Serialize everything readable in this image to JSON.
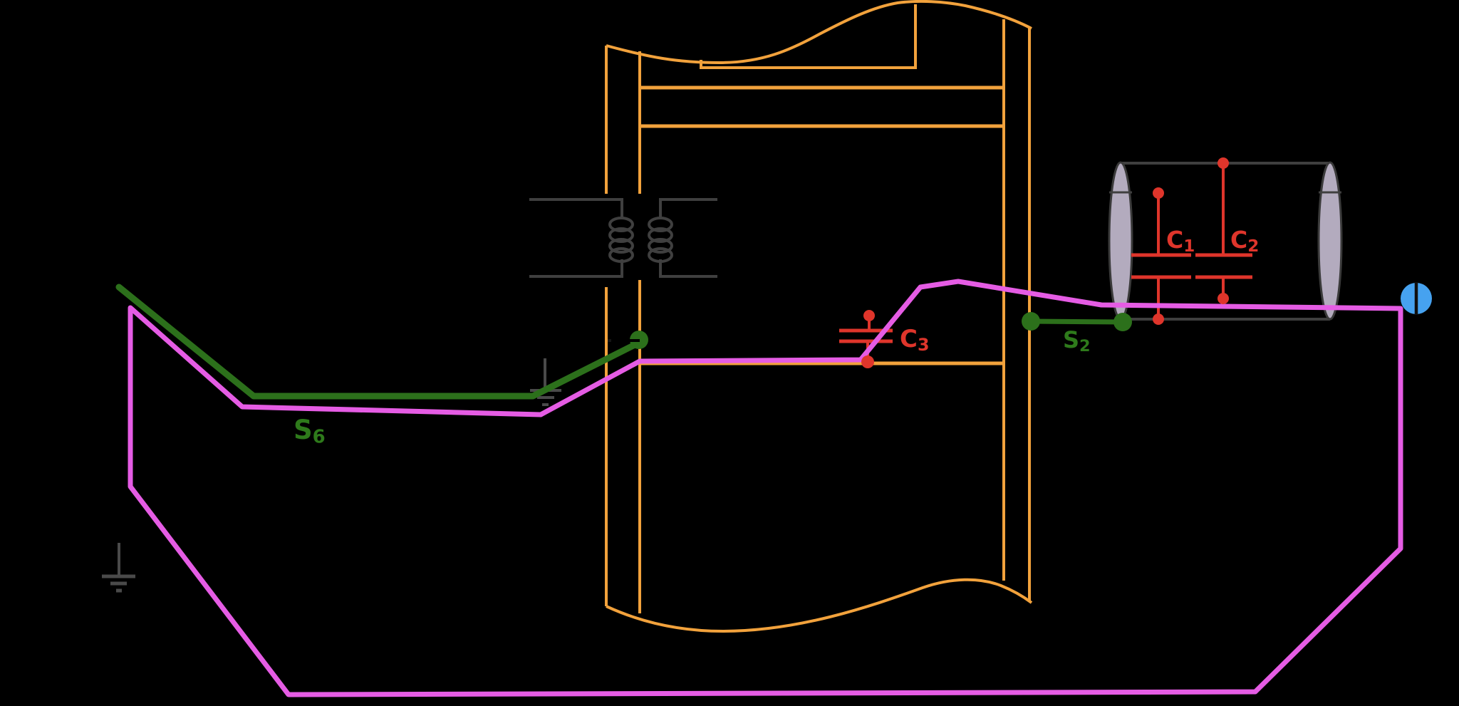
{
  "background": "#000000",
  "colors": {
    "wall_orange": "#F2A23C",
    "conductor_magenta": "#E55CE4",
    "switch_green": "#2C701B",
    "label_green": "#2E7A1B",
    "capacitor_red": "#DF352B",
    "structure_gray": "#3F3F3F",
    "ground_gray": "#4A4A4A",
    "insulator_fill": "#B3ABBE",
    "terminal_blue": "#46A2F0"
  },
  "labels": {
    "s6": {
      "base": "S",
      "sub": "6"
    },
    "s2": {
      "base": "S",
      "sub": "2"
    },
    "c1": {
      "base": "C",
      "sub": "1"
    },
    "c2": {
      "base": "C",
      "sub": "2"
    },
    "c3": {
      "base": "C",
      "sub": "3"
    }
  }
}
